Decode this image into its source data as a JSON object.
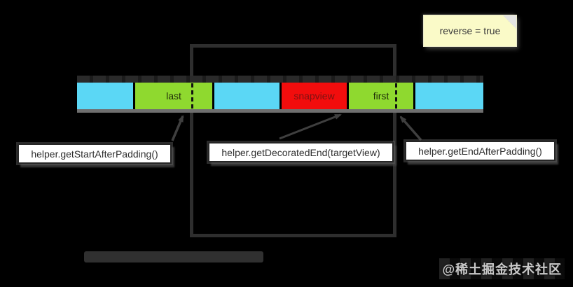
{
  "note": {
    "text": "reverse = true"
  },
  "row": {
    "blocks": [
      {
        "id": "item-left-1",
        "color": "cyan",
        "label": ""
      },
      {
        "id": "last",
        "color": "green",
        "label": "last"
      },
      {
        "id": "item-mid",
        "color": "cyan",
        "label": ""
      },
      {
        "id": "snapview",
        "color": "red",
        "label": "snapview"
      },
      {
        "id": "first",
        "color": "green",
        "label": "first"
      },
      {
        "id": "item-right",
        "color": "cyan",
        "label": ""
      }
    ]
  },
  "callouts": {
    "start_after_padding": "helper.getStartAfterPadding()",
    "decorated_end": "helper.getDecoratedEnd(targetView)",
    "end_after_padding": "helper.getEndAfterPadding()"
  },
  "watermark": "@稀土掘金技术社区",
  "colors": {
    "background": "#000000",
    "cyan_block": "#5bd7f5",
    "green_block": "#8fd92f",
    "red_block": "#f20d0d",
    "note_bg": "#fafac8",
    "outline": "#2e2e2e",
    "callout_bg": "#ffffff"
  }
}
